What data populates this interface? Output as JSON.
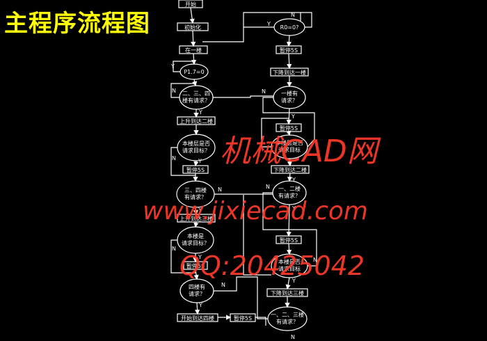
{
  "title": "主程序流程图",
  "nodes": {
    "start": "开始",
    "init": "初始化",
    "floor1": "在一楼",
    "p17": "P1.7=0",
    "q234": [
      "二、三、四",
      "楼有请求？"
    ],
    "up2": "上升到达二楼",
    "goal2": [
      "本楼层是否",
      "请求目标？"
    ],
    "pause5a": "暂停5S",
    "q34": [
      "三、四楼",
      "有请求？"
    ],
    "up3": "上升到达三楼",
    "goal3": [
      "本楼是",
      "请求目标？"
    ],
    "pause5b": "暂停5S",
    "q4": [
      "四楼有",
      "请求？"
    ],
    "up4": "开始到达四楼",
    "pause5c": "暂停5S",
    "r0": "R0=0?",
    "pause5d": "暂停5S",
    "down1": "下降到达一楼",
    "q1": [
      "一楼有",
      "请求？"
    ],
    "pause5e": "暂停5S",
    "goalD2": [
      "本楼层是否",
      "请求目标"
    ],
    "down2": "下降到达二楼",
    "q12": [
      "一、二楼",
      "有请求？"
    ],
    "pause5f": "暂停5S",
    "goalD3": [
      "本楼是否",
      "请求目标"
    ],
    "down3": "下降到达三楼",
    "q123": [
      "一、二、三楼",
      "有请求？"
    ]
  },
  "labels": {
    "yes": "Y",
    "no": "N"
  },
  "watermark": {
    "line1": "机械CAD网",
    "line2": "www.jixiecad.com",
    "line3": "QQ:20425042",
    "color": "#ff3a2a"
  },
  "colors": {
    "title": "#ffff00",
    "background": "#000000",
    "lines": "#ffffff"
  }
}
